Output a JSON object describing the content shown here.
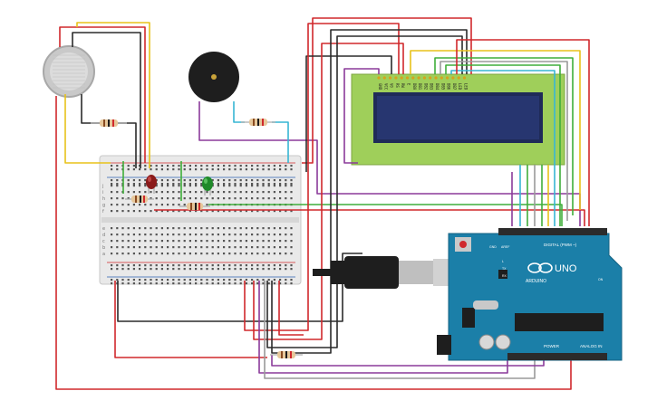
{
  "arduino": {
    "brand": "ARDUINO",
    "model": "UNO",
    "digital_label": "DIGITAL (PWM ~)",
    "power_label": "POWER",
    "analog_label": "ANALOG IN",
    "aref_label": "AREF",
    "gnd_label": "GND",
    "tx_label": "TX",
    "rx_label": "RX",
    "l_label": "L",
    "on_label": "ON"
  },
  "lcd": {
    "pin_labels": [
      "GND",
      "VCC",
      "V0",
      "RS",
      "RW",
      "E",
      "DB0",
      "DB1",
      "DB2",
      "DB3",
      "DB4",
      "DB5",
      "DB6",
      "DB7",
      "LED",
      "LED"
    ]
  },
  "breadboard": {
    "row_letters_top": [
      "j",
      "i",
      "h",
      "g",
      "f"
    ],
    "row_letters_bottom": [
      "e",
      "d",
      "c",
      "b",
      "a"
    ]
  },
  "colors": {
    "wire_red": "#d0282c",
    "wire_black": "#2b2b2b",
    "wire_yellow": "#e8c21a",
    "wire_green": "#3fae3a",
    "wire_cyan": "#37b6d4",
    "wire_purple": "#8b3a9a",
    "wire_gray": "#9a9a9a",
    "arduino_blue": "#1b7fa8",
    "lcd_green": "#9fcf5a",
    "lcd_screen": "#1f2b58"
  }
}
